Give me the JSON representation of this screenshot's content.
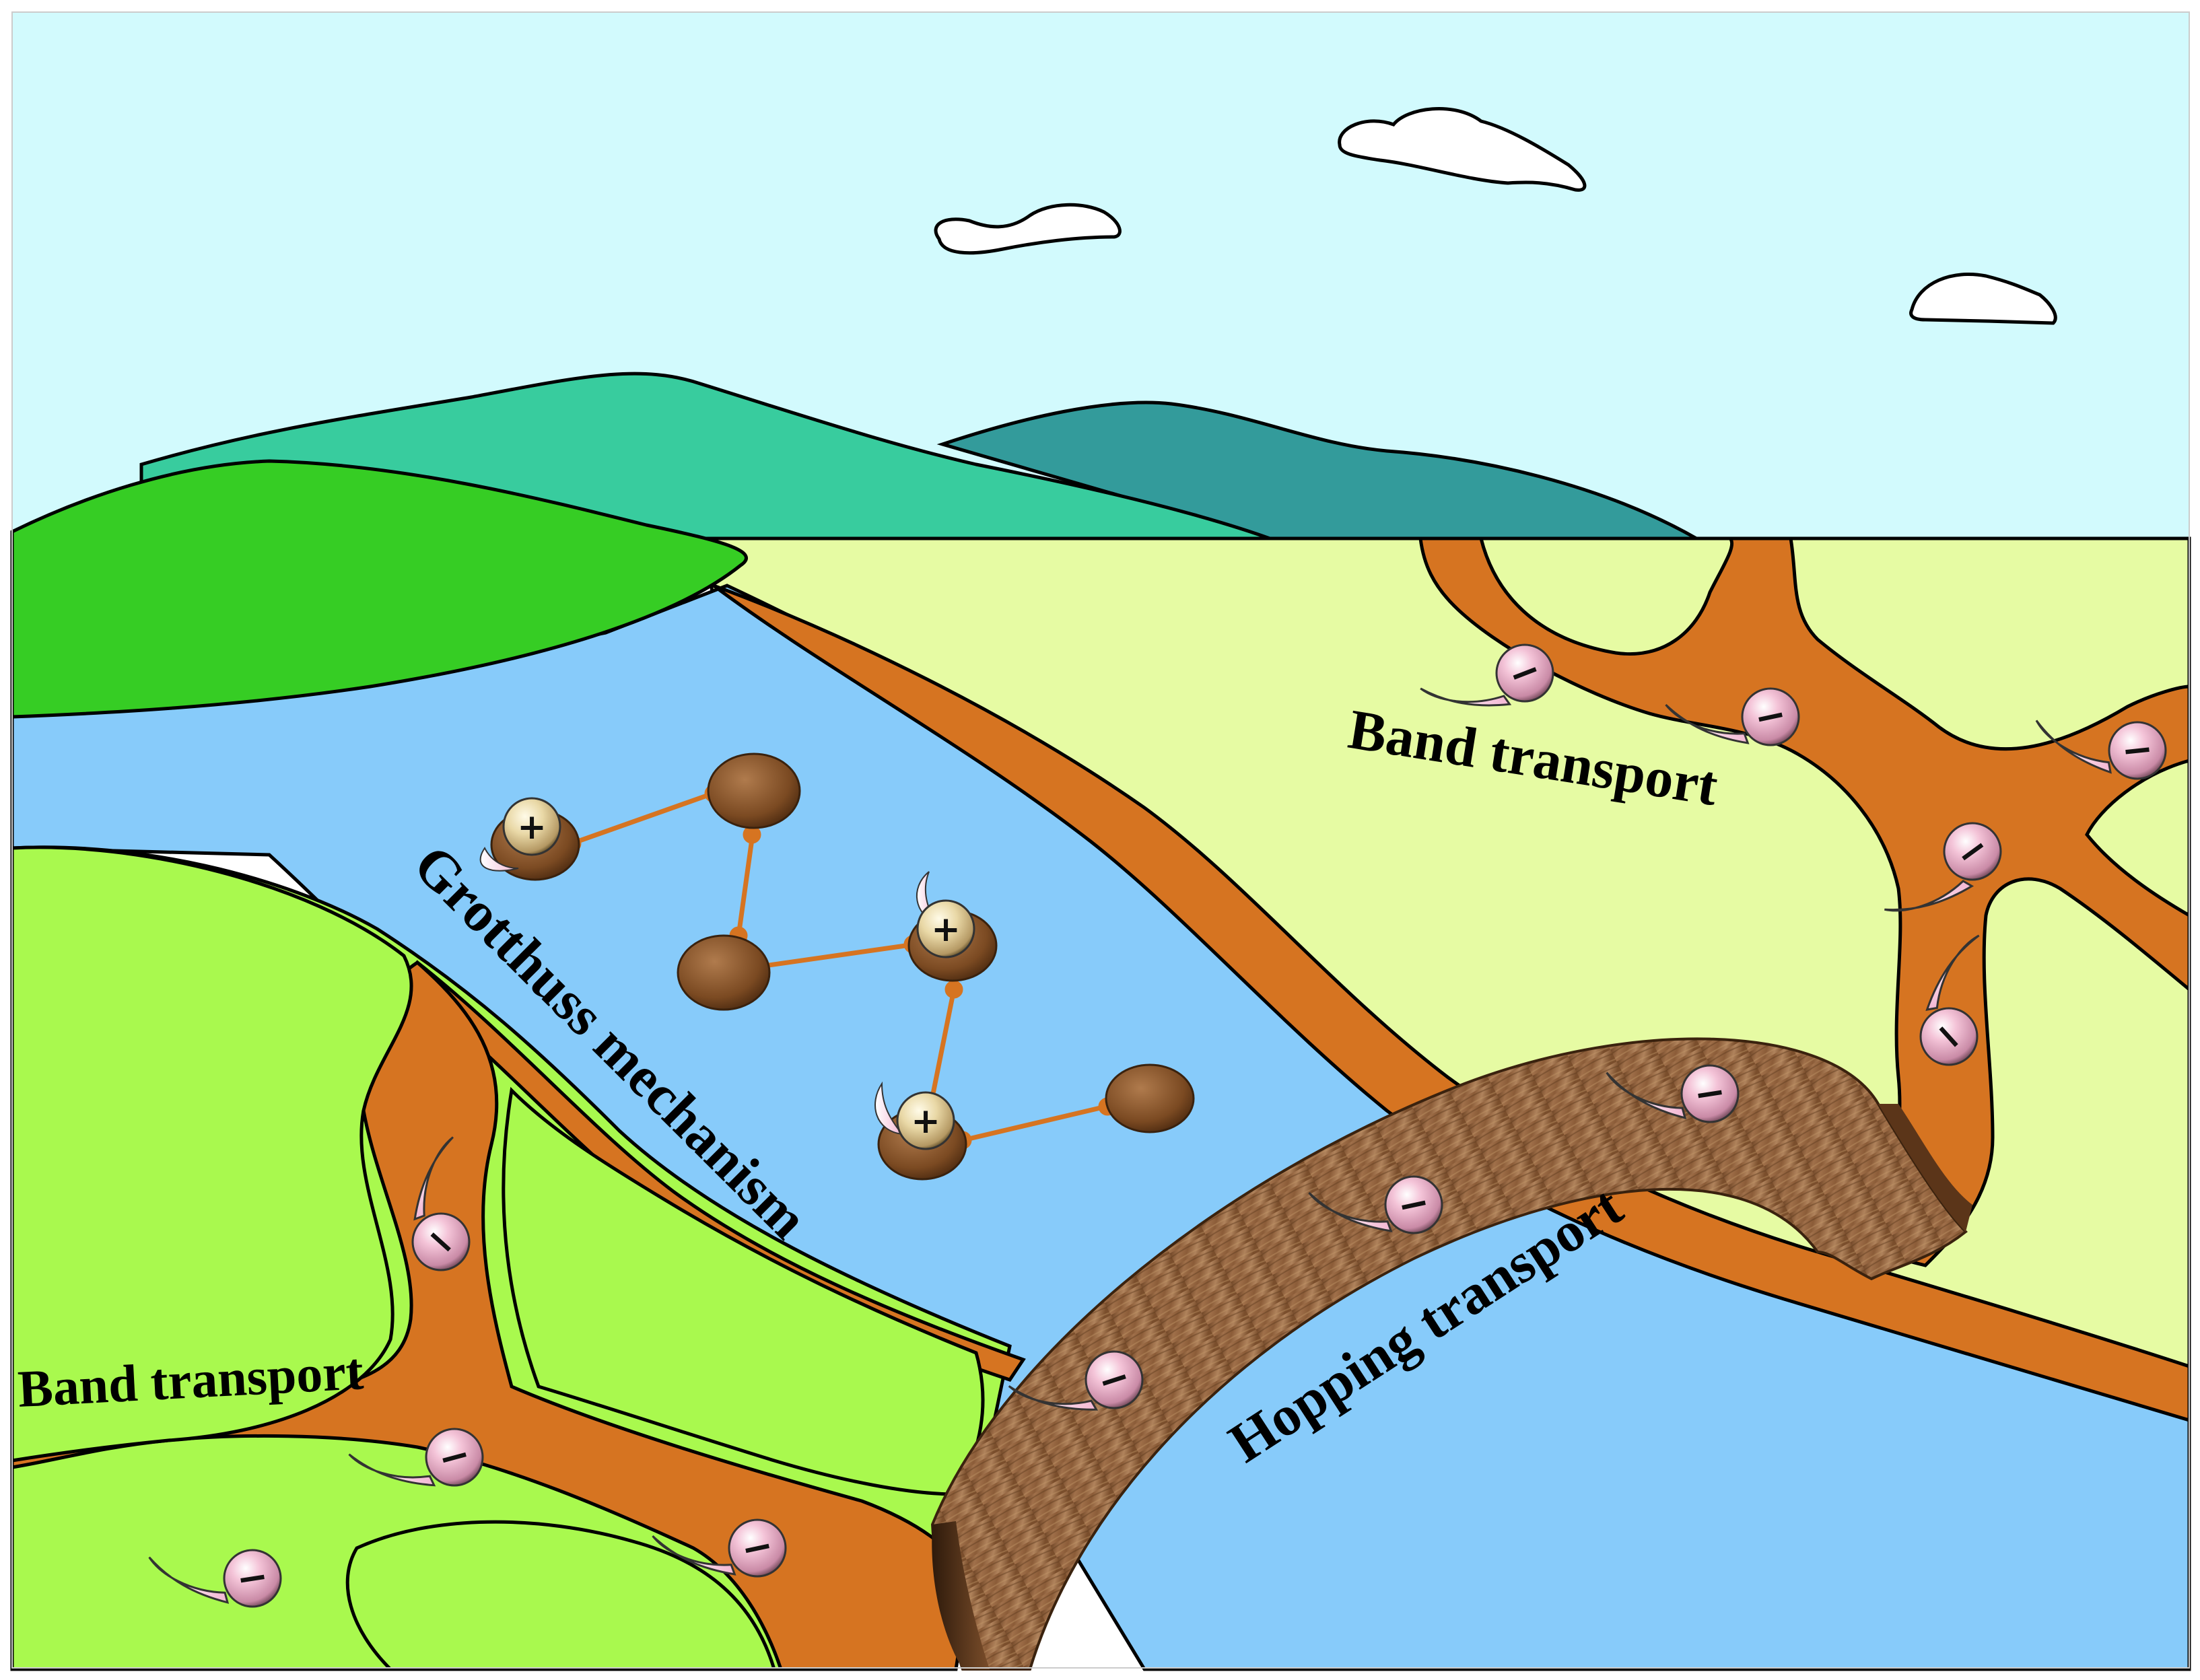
{
  "labels": {
    "grotthuss": "Grotthuss mechanism",
    "band_right": "Band transport",
    "band_left": "Band transport",
    "hopping": "Hopping transport"
  },
  "symbols": {
    "electron": "−",
    "proton": "+"
  },
  "colors": {
    "sky": "#d2fafd",
    "cloud": "#ffffff",
    "hill_far": "#38cc9e",
    "hill_far_dark": "#339b9b",
    "hill_near": "#36cd24",
    "river": "#87cbfa",
    "field_light": "#e6fba3",
    "field_green": "#a9f94e",
    "channel": "#d67421",
    "wood": "#8a5a35",
    "wood_dark": "#5b3519",
    "electron": "#f0b6cf",
    "proton": "#e7d6a6"
  },
  "icons": [
    "electron-icon",
    "proton-icon",
    "water-molecule-icon",
    "cloud-icon",
    "wooden-bridge-icon"
  ]
}
